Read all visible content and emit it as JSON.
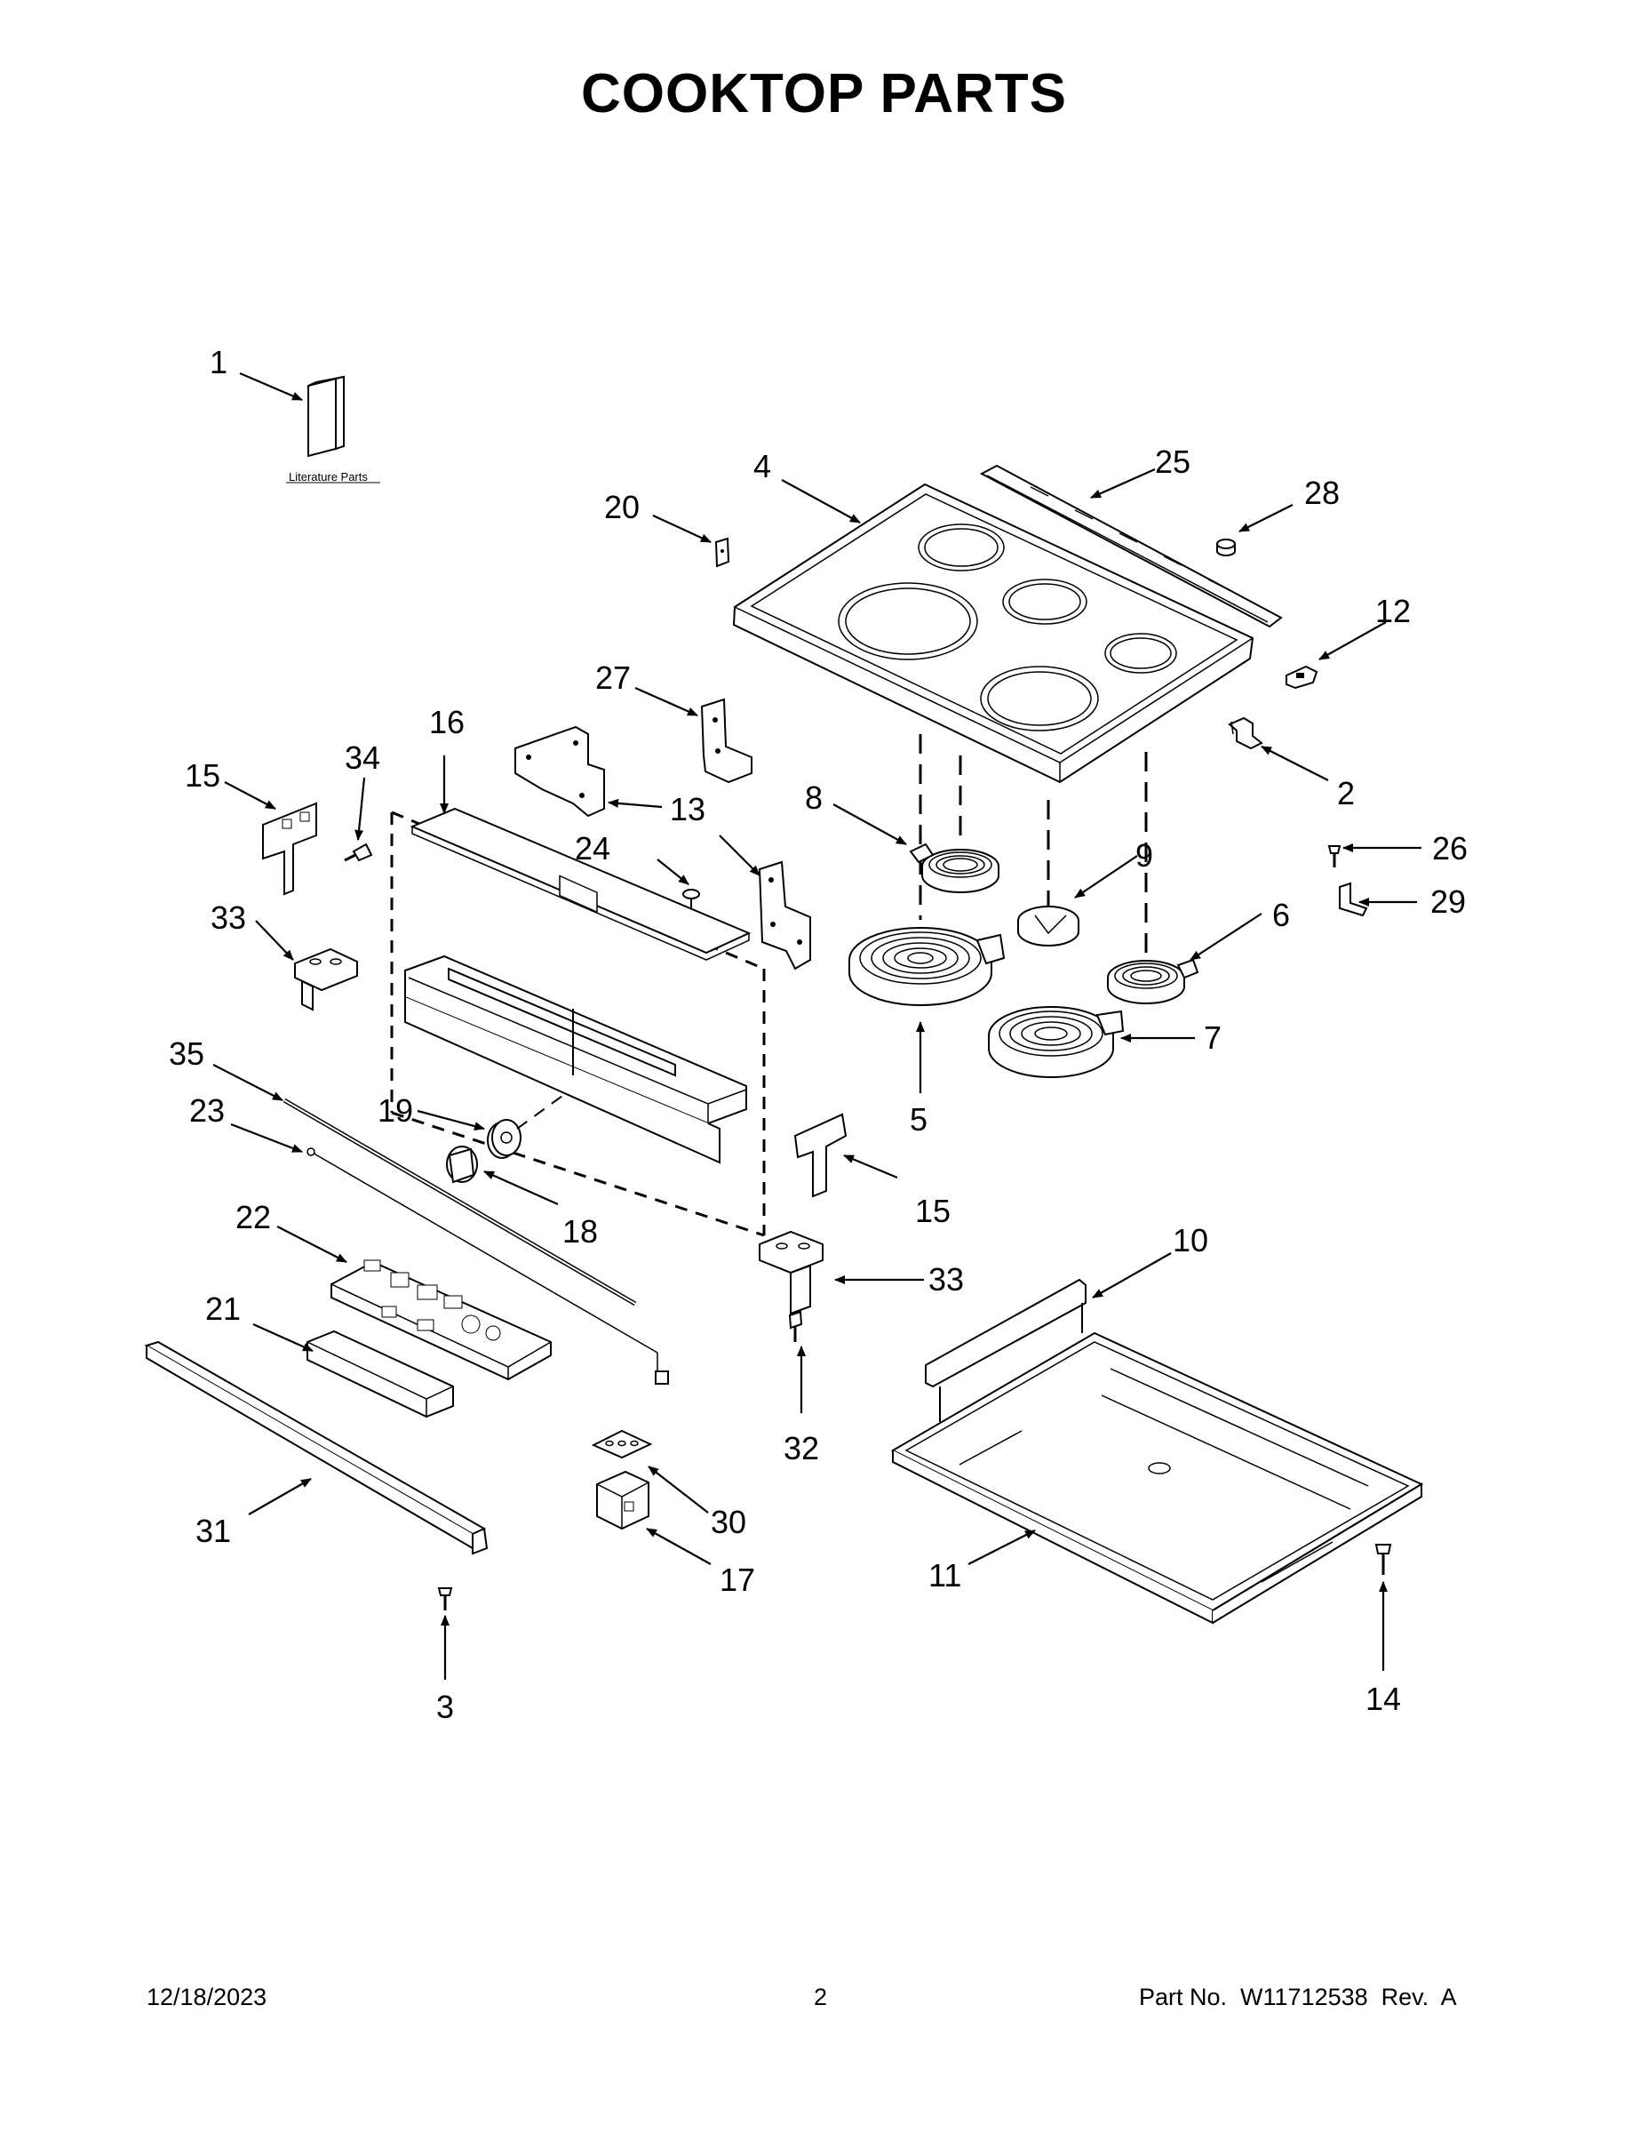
{
  "title": "COOKTOP PARTS",
  "literature_label": "Literature Parts",
  "callouts": {
    "c1": "1",
    "c2": "2",
    "c3": "3",
    "c4": "4",
    "c5": "5",
    "c6": "6",
    "c7": "7",
    "c8": "8",
    "c9": "9",
    "c10": "10",
    "c11": "11",
    "c12": "12",
    "c13": "13",
    "c14": "14",
    "c15a": "15",
    "c15b": "15",
    "c16": "16",
    "c17": "17",
    "c18": "18",
    "c19": "19",
    "c20": "20",
    "c21": "21",
    "c22": "22",
    "c23": "23",
    "c24": "24",
    "c25": "25",
    "c26": "26",
    "c27": "27",
    "c28": "28",
    "c29": "29",
    "c30": "30",
    "c31": "31",
    "c32": "32",
    "c33a": "33",
    "c33b": "33",
    "c34": "34",
    "c35": "35"
  },
  "footer": {
    "date": "12/18/2023",
    "page": "2",
    "part_no": "Part No.  W11712538  Rev.  A"
  }
}
